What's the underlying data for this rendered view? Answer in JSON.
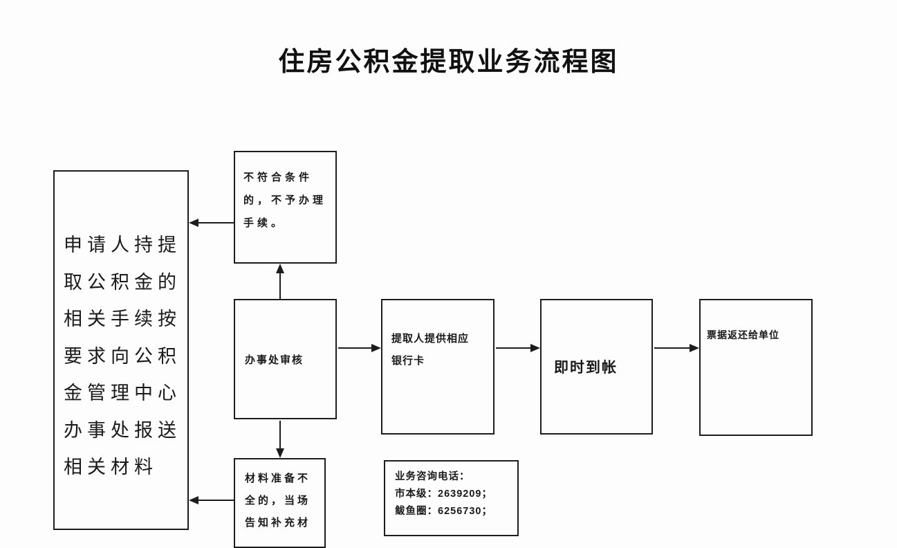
{
  "title": "住房公积金提取业务流程图",
  "colors": {
    "ink": "#1c1c1c",
    "background": "#fdfdfd"
  },
  "boxes": {
    "applicant": {
      "lines": [
        "申请人持提",
        "取公积金的",
        "相关手续按",
        "要求向公积",
        "金管理中心",
        "办事处报送",
        "相关材料"
      ]
    },
    "reject": {
      "lines": [
        "不符合条件",
        "的，不予办理",
        "手续。"
      ]
    },
    "review": {
      "label": "办事处审核"
    },
    "bankcard": {
      "lines": [
        "提取人提供相应",
        "银行卡"
      ]
    },
    "instant": {
      "label": "即时到帐"
    },
    "receipt": {
      "label": "票据返还给单位"
    },
    "incomplete": {
      "lines": [
        "材料准备不",
        "全的，当场",
        "告知补充材"
      ]
    },
    "hotline": {
      "lines": [
        "业务咨询电话：",
        "市本级：2639209；",
        "鲅鱼圈：6256730；"
      ]
    }
  }
}
